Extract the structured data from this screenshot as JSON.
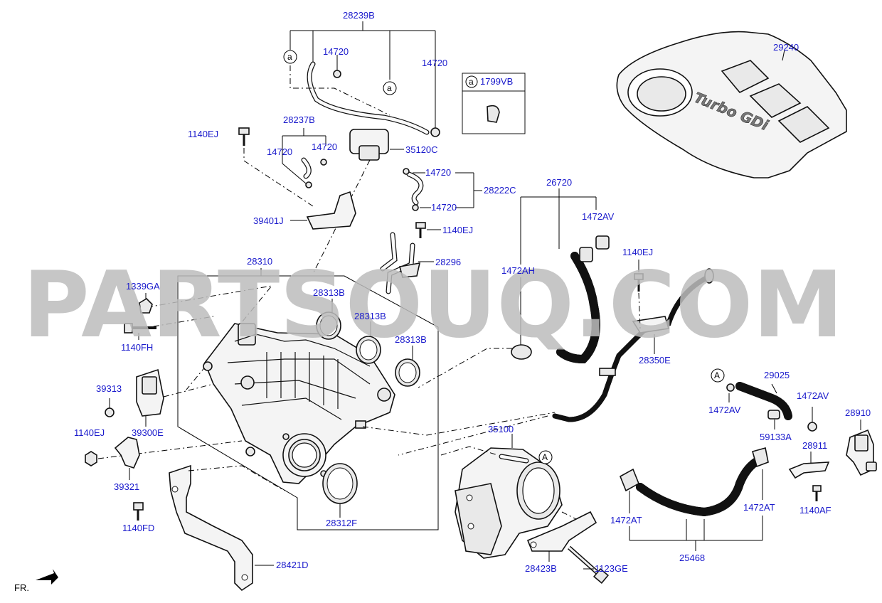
{
  "labels": {
    "p28239B": "28239B",
    "p14720a": "14720",
    "p14720b": "14720",
    "p14720c": "14720",
    "p14720d": "14720",
    "p14720e": "14720",
    "p14720f": "14720",
    "p28237B": "28237B",
    "p1140EJa": "1140EJ",
    "p1140EJb": "1140EJ",
    "p1140EJc": "1140EJ",
    "p1140EJd": "1140EJ",
    "p35120C": "35120C",
    "p28222C": "28222C",
    "p39401J": "39401J",
    "p28296": "28296",
    "p28310": "28310",
    "p1339GA": "1339GA",
    "p28313Ba": "28313B",
    "p28313Bb": "28313B",
    "p28313Bc": "28313B",
    "p1140FH": "1140FH",
    "p39313": "39313",
    "p39300E": "39300E",
    "p39321": "39321",
    "p1140FD": "1140FD",
    "p28421D": "28421D",
    "p28312F": "28312F",
    "p35100": "35100",
    "p28423B": "28423B",
    "p1123GE": "1123GE",
    "p26720": "26720",
    "p1472AVa": "1472AV",
    "p1472AVb": "1472AV",
    "p1472AVc": "1472AV",
    "p1472AH": "1472AH",
    "p28350E": "28350E",
    "p29025": "29025",
    "p28910": "28910",
    "p59133A": "59133A",
    "p28911": "28911",
    "p1140AF": "1140AF",
    "p1472ATa": "1472AT",
    "p1472ATb": "1472AT",
    "p25468": "25468",
    "p29240": "29240",
    "p1799VB": "1799VB"
  },
  "callouts": {
    "a1": "a",
    "a2": "a",
    "a3": "a",
    "A1": "A",
    "A2": "A"
  },
  "cover_badge": "Turbo GDi",
  "direction_label": "FR.",
  "watermark": "PARTSOUQ.COM",
  "colors": {
    "label_blue": "#1a1acc",
    "line_black": "#000000",
    "watermark_gray": "#bdbdbd"
  }
}
